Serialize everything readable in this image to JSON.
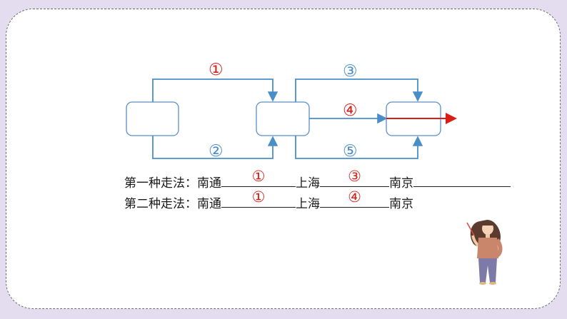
{
  "diagram": {
    "route_labels": {
      "r1": "①",
      "r2": "②",
      "r3": "③",
      "r4": "④",
      "r5": "⑤"
    },
    "colors": {
      "blue": "#4a8ec8",
      "red": "#d91e18",
      "box_border": "#5b8fc9"
    }
  },
  "routes": {
    "first": {
      "label": "第一种走法：",
      "from": "南通",
      "mid": "上海",
      "to": "南京",
      "answer1": "①",
      "answer2": "③",
      "answer3": ""
    },
    "second": {
      "label": "第二种走法：",
      "from": "南通",
      "mid": "上海",
      "to": "南京",
      "answer1": "①",
      "answer2": "④"
    }
  }
}
